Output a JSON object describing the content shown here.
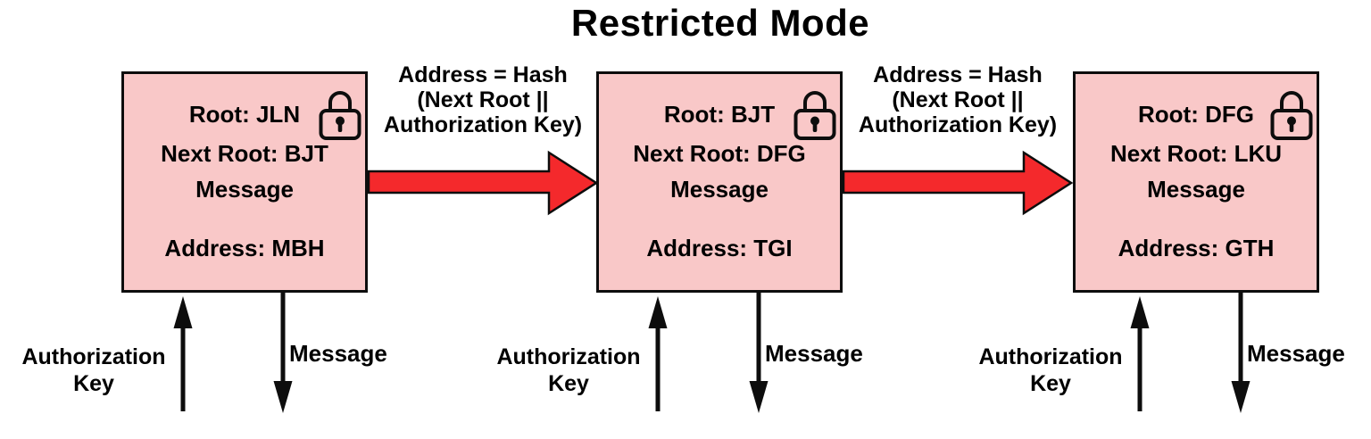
{
  "title": "Restricted Mode",
  "colors": {
    "box_fill": "#f9c8c8",
    "arrow_red": "#f4292c",
    "line_black": "#0d0d0d",
    "background": "#ffffff",
    "text": "#000000"
  },
  "icons": {
    "lock": "lock-closed-icon",
    "forward_arrow": "red-block-arrow-right",
    "input_arrow": "thin-arrow-up",
    "output_arrow": "thin-arrow-down"
  },
  "blocks": [
    {
      "root": "Root: JLN",
      "next_root": "Next Root: BJT",
      "message": "Message",
      "address": "Address: MBH",
      "input_label_line1": "Authorization",
      "input_label_line2": "Key",
      "output_label": "Message"
    },
    {
      "root": "Root: BJT",
      "next_root": "Next Root: DFG",
      "message": "Message",
      "address": "Address: TGI",
      "input_label_line1": "Authorization",
      "input_label_line2": "Key",
      "output_label": "Message"
    },
    {
      "root": "Root: DFG",
      "next_root": "Next Root: LKU",
      "message": "Message",
      "address": "Address: GTH",
      "input_label_line1": "Authorization",
      "input_label_line2": "Key",
      "output_label": "Message"
    }
  ],
  "transitions": [
    {
      "line1": "Address = Hash",
      "line2": "(Next Root ||",
      "line3": "Authorization Key)"
    },
    {
      "line1": "Address = Hash",
      "line2": "(Next Root ||",
      "line3": "Authorization Key)"
    }
  ]
}
